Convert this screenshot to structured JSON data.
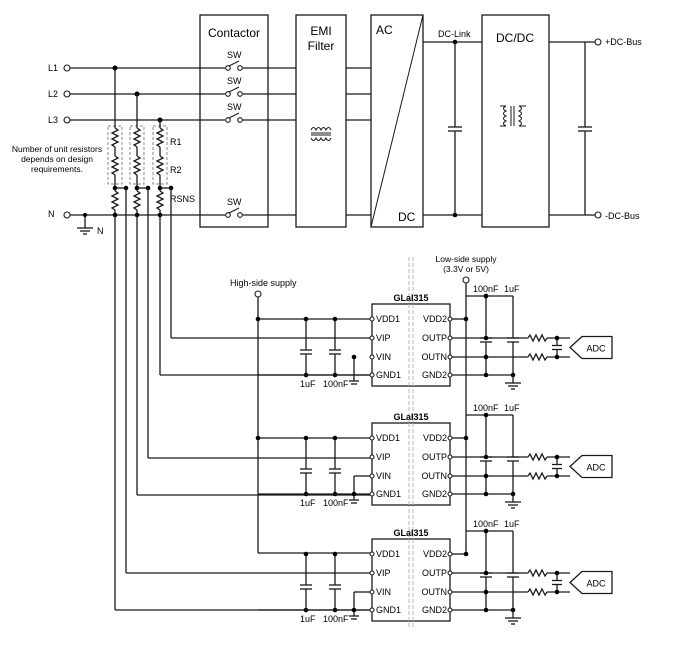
{
  "blocks": {
    "contactor": "Contactor",
    "emi_line1": "EMI",
    "emi_line2": "Filter",
    "ac": "AC",
    "dc": "DC",
    "dcdc": "DC/DC",
    "dc_link": "DC-Link"
  },
  "switch_label": "SW",
  "lines": [
    "L1",
    "L2",
    "L3",
    "N"
  ],
  "ground_label": "N",
  "bus": {
    "plus": "+DC-Bus",
    "minus": "-DC-Bus"
  },
  "resistors": {
    "r1": "R1",
    "r2": "R2",
    "rsns": "RSNS"
  },
  "note": [
    "Number of unit resistors",
    "depends on design",
    "requirements."
  ],
  "supplies": {
    "high": "High-side supply",
    "low_line1": "Low-side supply",
    "low_line2": "(3.3V or 5V)"
  },
  "ic": {
    "name": "GLaI315",
    "left_pins": [
      "VDD1",
      "VIP",
      "VIN",
      "GND1"
    ],
    "right_pins": [
      "VDD2",
      "OUTP",
      "OUTN",
      "GND2"
    ]
  },
  "caps": {
    "c100n": "100nF",
    "c1u": "1uF"
  },
  "adc": "ADC"
}
